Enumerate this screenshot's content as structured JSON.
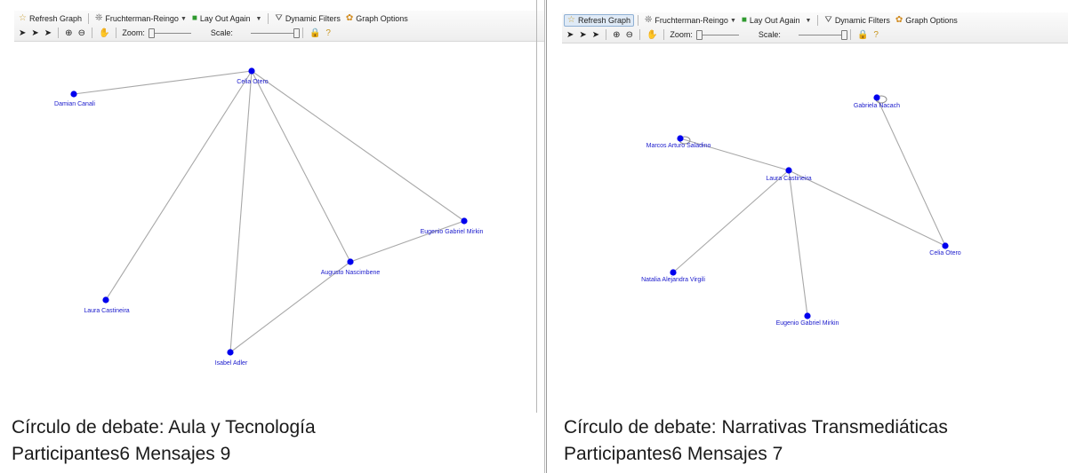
{
  "colors": {
    "node": "#0000ee",
    "label": "#1a1acc",
    "edge": "#a8a8a8",
    "toolbar_bg": "#f2f2f2"
  },
  "panels": [
    {
      "toolbar": {
        "refresh_label": "Refresh Graph",
        "layout_label": "Fruchterman-Reingo",
        "layout_again_label": "Lay Out Again",
        "filters_label": "Dynamic Filters",
        "options_label": "Graph Options",
        "zoom_label": "Zoom:",
        "scale_label": "Scale:",
        "refresh_active": false
      },
      "graph": {
        "nodes": [
          {
            "id": "celia",
            "label": "Celia Otero"
          },
          {
            "id": "damian",
            "label": "Damian Canali"
          },
          {
            "id": "eugenio",
            "label": "Eugenio Gabriel Mirkin"
          },
          {
            "id": "augusto",
            "label": "Augusto Nascimbene"
          },
          {
            "id": "laura",
            "label": "Laura Castineira"
          },
          {
            "id": "isabel",
            "label": "Isabel Adler"
          }
        ],
        "edges": [
          [
            "damian",
            "celia"
          ],
          [
            "celia",
            "laura"
          ],
          [
            "celia",
            "isabel"
          ],
          [
            "celia",
            "augusto"
          ],
          [
            "celia",
            "eugenio"
          ],
          [
            "augusto",
            "eugenio"
          ],
          [
            "augusto",
            "isabel"
          ]
        ]
      },
      "caption": {
        "line1": "Círculo de debate:  Aula y Tecnología",
        "line2": "Participantes6 Mensajes 9"
      }
    },
    {
      "toolbar": {
        "refresh_label": "Refresh Graph",
        "layout_label": "Fruchterman-Reingo",
        "layout_again_label": "Lay Out Again",
        "filters_label": "Dynamic Filters",
        "options_label": "Graph Options",
        "zoom_label": "Zoom:",
        "scale_label": "Scale:",
        "refresh_active": true
      },
      "graph": {
        "nodes": [
          {
            "id": "gabriela",
            "label": "Gabriela Nacach"
          },
          {
            "id": "marcos",
            "label": "Marcos Arturo Saladino"
          },
          {
            "id": "laura",
            "label": "Laura Castineira"
          },
          {
            "id": "celia",
            "label": "Celia Otero"
          },
          {
            "id": "natalia",
            "label": "Natalia Alejandra Virgili"
          },
          {
            "id": "eugenio",
            "label": "Eugenio Gabriel Mirkin"
          }
        ],
        "edges": [
          [
            "gabriela",
            "celia"
          ],
          [
            "marcos",
            "laura"
          ],
          [
            "laura",
            "celia"
          ],
          [
            "laura",
            "natalia"
          ],
          [
            "laura",
            "eugenio"
          ]
        ],
        "self_loops": [
          "gabriela",
          "marcos"
        ]
      },
      "caption": {
        "line1": "Círculo de debate:  Narrativas Transmediáticas",
        "line2": "Participantes6 Mensajes 7"
      }
    }
  ]
}
